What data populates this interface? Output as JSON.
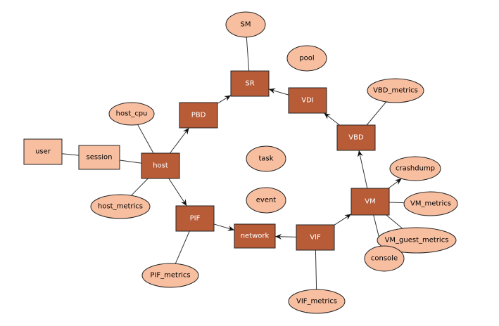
{
  "colors": {
    "primary_fill": "#b85c38",
    "secondary_fill": "#f8bea0",
    "stroke": "#222222",
    "edge": "#333333",
    "text_dark": "#000000",
    "text_light": "#ffffff"
  },
  "nodes": [
    {
      "id": "user",
      "label": "user",
      "shape": "box",
      "style": "secondary"
    },
    {
      "id": "session",
      "label": "session",
      "shape": "box",
      "style": "secondary"
    },
    {
      "id": "host",
      "label": "host",
      "shape": "box",
      "style": "primary"
    },
    {
      "id": "host_cpu",
      "label": "host_cpu",
      "shape": "ellipse",
      "style": "secondary"
    },
    {
      "id": "host_metrics",
      "label": "host_metrics",
      "shape": "ellipse",
      "style": "secondary"
    },
    {
      "id": "PBD",
      "label": "PBD",
      "shape": "box",
      "style": "primary"
    },
    {
      "id": "SR",
      "label": "SR",
      "shape": "box",
      "style": "primary"
    },
    {
      "id": "SM",
      "label": "SM",
      "shape": "ellipse",
      "style": "secondary"
    },
    {
      "id": "pool",
      "label": "pool",
      "shape": "ellipse",
      "style": "secondary"
    },
    {
      "id": "VDI",
      "label": "VDI",
      "shape": "box",
      "style": "primary"
    },
    {
      "id": "VBD_metrics",
      "label": "VBD_metrics",
      "shape": "ellipse",
      "style": "secondary"
    },
    {
      "id": "VBD",
      "label": "VBD",
      "shape": "box",
      "style": "primary"
    },
    {
      "id": "task",
      "label": "task",
      "shape": "ellipse",
      "style": "secondary"
    },
    {
      "id": "event",
      "label": "event",
      "shape": "ellipse",
      "style": "secondary"
    },
    {
      "id": "crashdump",
      "label": "crashdump",
      "shape": "ellipse",
      "style": "secondary"
    },
    {
      "id": "VM",
      "label": "VM",
      "shape": "box",
      "style": "primary"
    },
    {
      "id": "VM_metrics",
      "label": "VM_metrics",
      "shape": "ellipse",
      "style": "secondary"
    },
    {
      "id": "VM_guest_metrics",
      "label": "VM_guest_metrics",
      "shape": "ellipse",
      "style": "secondary"
    },
    {
      "id": "console",
      "label": "console",
      "shape": "ellipse",
      "style": "secondary"
    },
    {
      "id": "PIF",
      "label": "PIF",
      "shape": "box",
      "style": "primary"
    },
    {
      "id": "network",
      "label": "network",
      "shape": "box",
      "style": "primary"
    },
    {
      "id": "VIF",
      "label": "VIF",
      "shape": "box",
      "style": "primary"
    },
    {
      "id": "PIF_metrics",
      "label": "PIF_metrics",
      "shape": "ellipse",
      "style": "secondary"
    },
    {
      "id": "VIF_metrics",
      "label": "VIF_metrics",
      "shape": "ellipse",
      "style": "secondary"
    }
  ],
  "edges": [
    {
      "from": "user",
      "to": "session",
      "arrow": "none"
    },
    {
      "from": "session",
      "to": "host",
      "arrow": "none"
    },
    {
      "from": "host_cpu",
      "to": "host",
      "arrow": "none"
    },
    {
      "from": "host_metrics",
      "to": "host",
      "arrow": "none"
    },
    {
      "from": "host",
      "to": "PBD",
      "arrow": "end"
    },
    {
      "from": "PBD",
      "to": "SR",
      "arrow": "end"
    },
    {
      "from": "SM",
      "to": "SR",
      "arrow": "none"
    },
    {
      "from": "VDI",
      "to": "SR",
      "arrow": "end"
    },
    {
      "from": "VBD",
      "to": "VDI",
      "arrow": "end"
    },
    {
      "from": "VBD_metrics",
      "to": "VBD",
      "arrow": "none"
    },
    {
      "from": "VM",
      "to": "VBD",
      "arrow": "end"
    },
    {
      "from": "VM",
      "to": "crashdump",
      "arrow": "end"
    },
    {
      "from": "VM",
      "to": "VM_metrics",
      "arrow": "none"
    },
    {
      "from": "VM",
      "to": "VM_guest_metrics",
      "arrow": "none"
    },
    {
      "from": "VM",
      "to": "console",
      "arrow": "end"
    },
    {
      "from": "host",
      "to": "PIF",
      "arrow": "end"
    },
    {
      "from": "PIF",
      "to": "network",
      "arrow": "end"
    },
    {
      "from": "VIF",
      "to": "network",
      "arrow": "end"
    },
    {
      "from": "VIF",
      "to": "VM",
      "arrow": "end"
    },
    {
      "from": "PIF_metrics",
      "to": "PIF",
      "arrow": "none"
    },
    {
      "from": "VIF_metrics",
      "to": "VIF",
      "arrow": "none"
    }
  ]
}
